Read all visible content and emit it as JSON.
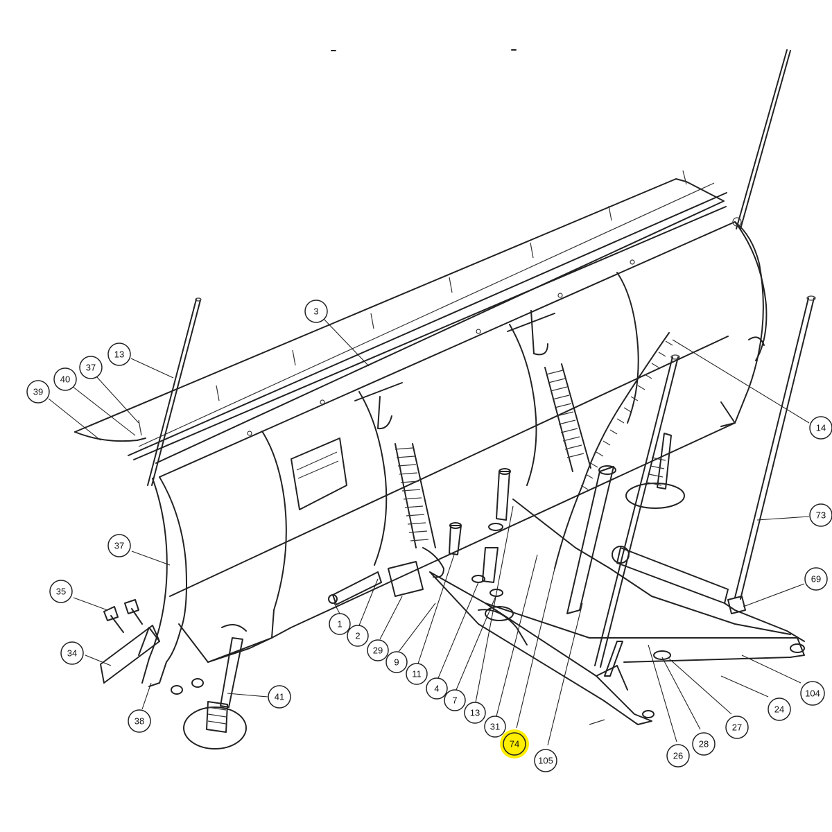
{
  "diagram": {
    "highlight_color": "#ffee00",
    "callouts": [
      {
        "id": "c-3",
        "label": "3"
      },
      {
        "id": "c-13a",
        "label": "13"
      },
      {
        "id": "c-37a",
        "label": "37"
      },
      {
        "id": "c-40",
        "label": "40"
      },
      {
        "id": "c-39",
        "label": "39"
      },
      {
        "id": "c-14",
        "label": "14"
      },
      {
        "id": "c-73",
        "label": "73"
      },
      {
        "id": "c-37b",
        "label": "37"
      },
      {
        "id": "c-35",
        "label": "35"
      },
      {
        "id": "c-69",
        "label": "69"
      },
      {
        "id": "c-34",
        "label": "34"
      },
      {
        "id": "c-41",
        "label": "41"
      },
      {
        "id": "c-38",
        "label": "38"
      },
      {
        "id": "c-1",
        "label": "1"
      },
      {
        "id": "c-2",
        "label": "2"
      },
      {
        "id": "c-29",
        "label": "29"
      },
      {
        "id": "c-9",
        "label": "9"
      },
      {
        "id": "c-11",
        "label": "11"
      },
      {
        "id": "c-4",
        "label": "4"
      },
      {
        "id": "c-7",
        "label": "7"
      },
      {
        "id": "c-13b",
        "label": "13"
      },
      {
        "id": "c-31",
        "label": "31"
      },
      {
        "id": "c-74",
        "label": "74",
        "highlighted": true
      },
      {
        "id": "c-105",
        "label": "105"
      },
      {
        "id": "c-26",
        "label": "26"
      },
      {
        "id": "c-28",
        "label": "28"
      },
      {
        "id": "c-27",
        "label": "27"
      },
      {
        "id": "c-24",
        "label": "24"
      },
      {
        "id": "c-104",
        "label": "104"
      }
    ]
  }
}
